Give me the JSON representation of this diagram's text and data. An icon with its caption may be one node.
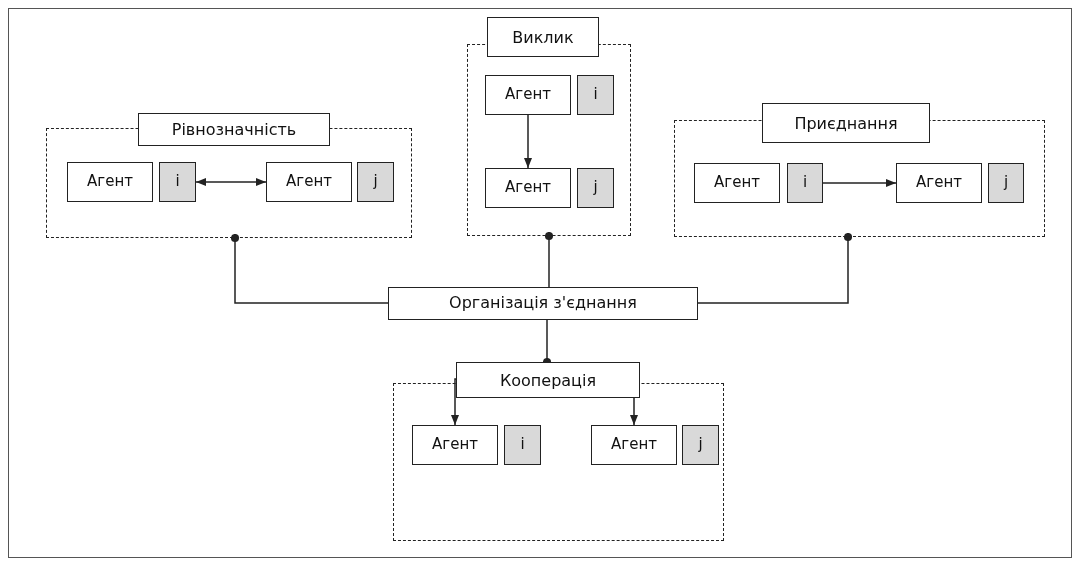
{
  "diagram": {
    "nodes": [
      {
        "text": [
          "Виклик"
        ]
      },
      {
        "text": [
          "Агент"
        ],
        "in": 0
      },
      {
        "text": [
          "i"
        ],
        "in": 0
      },
      {
        "text": [
          "Агент"
        ],
        "in": 0
      },
      {
        "text": [
          "j"
        ],
        "in": 0
      },
      {
        "text": [
          "Рівнозначність"
        ]
      },
      {
        "text": [
          "Агент"
        ],
        "in": 5
      },
      {
        "text": [
          "i"
        ],
        "in": 5
      },
      {
        "text": [
          "Агент"
        ],
        "in": 5
      },
      {
        "text": [
          "j"
        ],
        "in": 5
      },
      {
        "text": [
          "Приєднання"
        ]
      },
      {
        "text": [
          "Агент"
        ],
        "in": 10
      },
      {
        "text": [
          "i"
        ],
        "in": 10
      },
      {
        "text": [
          "Агент"
        ],
        "in": 10
      },
      {
        "text": [
          "j"
        ],
        "in": 10
      },
      {
        "text": [
          "Організація з'єднання"
        ]
      },
      {
        "text": [
          "Кооперація"
        ]
      },
      {
        "text": [
          "Агент"
        ],
        "in": 16
      },
      {
        "text": [
          "i"
        ],
        "in": 16
      },
      {
        "text": [
          "Агент"
        ],
        "in": 16
      },
      {
        "text": [
          "j"
        ],
        "in": 16
      }
    ],
    "edges": [
      {
        "from": 1,
        "to": 3,
        "arrow": "to"
      },
      {
        "from": 7,
        "to": 8,
        "arrow": "both"
      },
      {
        "from": 12,
        "to": 13,
        "arrow": "to"
      },
      {
        "from": 15,
        "to": 5,
        "arrow": "other"
      },
      {
        "from": 15,
        "to": 0,
        "arrow": "other"
      },
      {
        "from": 15,
        "to": 10,
        "arrow": "other"
      },
      {
        "from": 15,
        "to": 16,
        "arrow": "other"
      },
      {
        "from": null,
        "to": 17,
        "arrow": "to"
      },
      {
        "from": null,
        "to": 19,
        "arrow": "to"
      }
    ]
  }
}
